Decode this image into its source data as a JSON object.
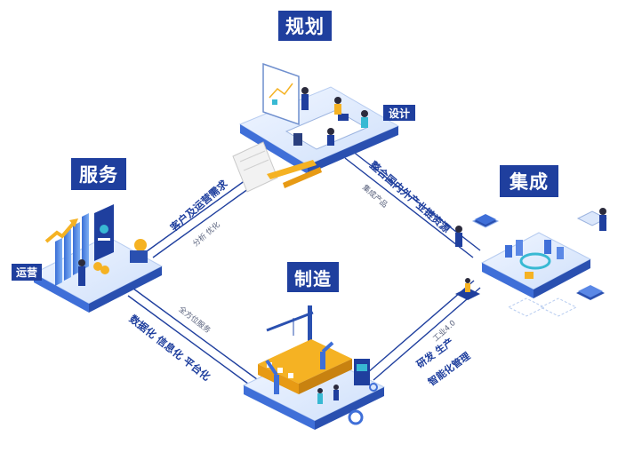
{
  "titles": {
    "plan": "规划",
    "service": "服务",
    "integrate": "集成",
    "make": "制造"
  },
  "badges": {
    "design": "设计",
    "operation": "运营"
  },
  "links": {
    "customer_demand": "客户及运营需求",
    "analysis_optimize": "分析 优化",
    "integrate_resources": "整合国内外产业链资源",
    "collab_product": "集成产品",
    "digital_platform": "数据化 信息化 平台化",
    "full_service": "全方位服务",
    "industry_40": "工业4.0",
    "rd_production": "研发 生产",
    "smart_management": "智能化管理"
  },
  "colors": {
    "brand_blue": "#1f3f9e",
    "platform_top": "#dbe7fb",
    "platform_side": "#3f6fd8",
    "accent_yellow": "#f5b223",
    "accent_teal": "#38b9d3"
  }
}
